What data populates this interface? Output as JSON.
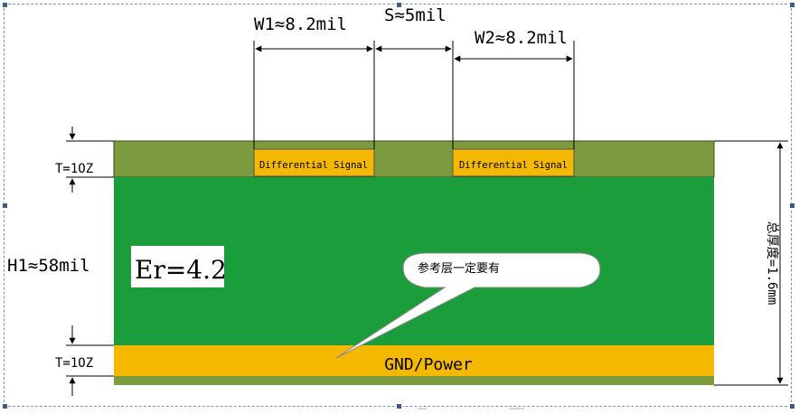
{
  "dimensions": {
    "w1": "W1≈8.2mil",
    "s": "S≈5mil",
    "w2": "W2≈8.2mil",
    "h1": "H1≈58mil",
    "t_top": "T=1OZ",
    "t_bottom": "T=1OZ",
    "total_thickness": "总厚度=1.6mm"
  },
  "layers": {
    "signal_trace_1": "Differential Signal",
    "signal_trace_2": "Differential Signal",
    "dielectric_constant": "Er=4.2",
    "reference_plane": "GND/Power"
  },
  "callout": {
    "text": "参考层一定要有"
  },
  "colors": {
    "solder_mask": "#7c9a3e",
    "dielectric": "#1b9d3c",
    "copper": "#f4b800",
    "bottom_mask": "#7c9a3e",
    "frame": "#7d96b8"
  }
}
